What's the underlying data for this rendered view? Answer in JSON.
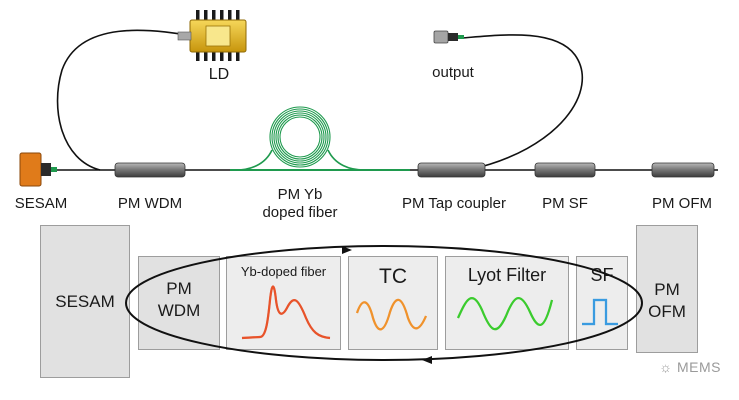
{
  "top_diagram": {
    "ld_label": "LD",
    "output_label": "output",
    "components": [
      {
        "id": "sesam",
        "label": "SESAM"
      },
      {
        "id": "pm-wdm",
        "label": "PM WDM"
      },
      {
        "id": "pm-yb-fiber",
        "label_line1": "PM Yb",
        "label_line2": "doped fiber"
      },
      {
        "id": "pm-tap-coupler",
        "label": "PM Tap coupler"
      },
      {
        "id": "pm-sf",
        "label": "PM SF"
      },
      {
        "id": "pm-ofm",
        "label": "PM OFM"
      }
    ]
  },
  "bottom_diagram": {
    "boxes": [
      {
        "id": "sesam-box",
        "title": "SESAM"
      },
      {
        "id": "wdm-box",
        "title_line1": "PM",
        "title_line2": "WDM"
      },
      {
        "id": "yb-box",
        "title": "Yb-doped fiber",
        "trace_color": "#e8532a"
      },
      {
        "id": "tc-box",
        "title": "TC",
        "trace_color": "#f0922c"
      },
      {
        "id": "lyot-box",
        "title": "Lyot Filter",
        "trace_color": "#3bcc2e"
      },
      {
        "id": "sf-box",
        "title": "SF",
        "trace_color": "#3a9be0"
      },
      {
        "id": "ofm-box",
        "title_line1": "PM",
        "title_line2": "OFM"
      }
    ]
  },
  "colors": {
    "fiber_black": "#111111",
    "fiber_green": "#1f9a4e",
    "ld_body": "#e4b81a",
    "sesam_orange": "#e07b1a"
  },
  "watermark": "MEMS"
}
